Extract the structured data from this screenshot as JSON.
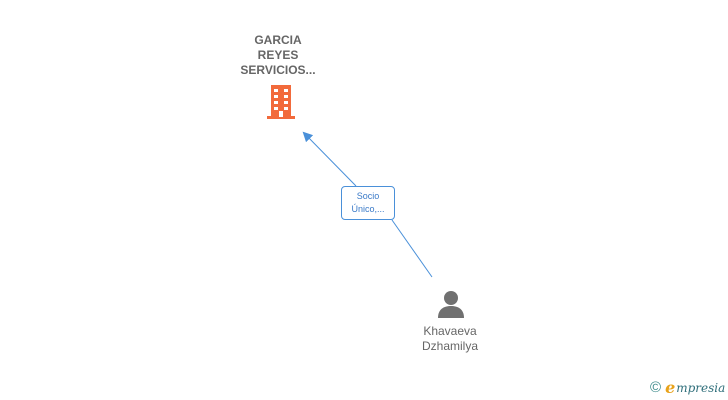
{
  "nodes": {
    "company": {
      "name_lines": [
        "GARCIA",
        "REYES",
        "SERVICIOS..."
      ],
      "icon": "building-icon",
      "color": "#f26a3b"
    },
    "person": {
      "name_lines": [
        "Khavaeva",
        "Dzhamilya"
      ],
      "icon": "person-icon",
      "color": "#707070"
    }
  },
  "edge": {
    "label_lines": [
      "Socio",
      "Único,..."
    ],
    "color": "#4a90d9"
  },
  "watermark": {
    "copyright_symbol": "©",
    "brand_initial": "e",
    "brand_rest": "mpresia"
  }
}
